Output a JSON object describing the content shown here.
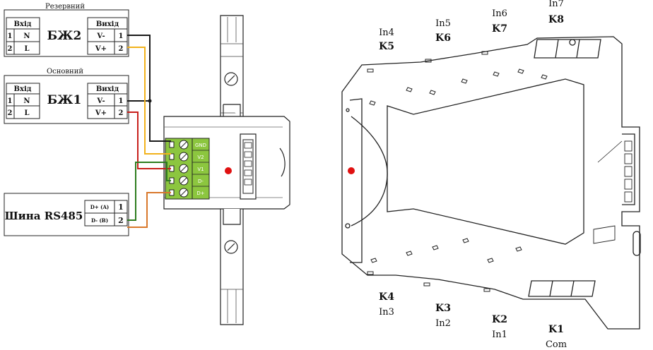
{
  "psu_reserve": {
    "caption": "Резервний",
    "name": "БЖ2",
    "in_header": "Вхід",
    "out_header": "Вихід",
    "in_rows": [
      {
        "num": "1",
        "label": "N"
      },
      {
        "num": "2",
        "label": "L"
      }
    ],
    "out_rows": [
      {
        "num": "1",
        "label": "V-"
      },
      {
        "num": "2",
        "label": "V+"
      }
    ]
  },
  "psu_main": {
    "caption": "Основний",
    "name": "БЖ1",
    "in_header": "Вхід",
    "out_header": "Вихід",
    "in_rows": [
      {
        "num": "1",
        "label": "N"
      },
      {
        "num": "2",
        "label": "L"
      }
    ],
    "out_rows": [
      {
        "num": "1",
        "label": "V-"
      },
      {
        "num": "2",
        "label": "V+"
      }
    ]
  },
  "rs485": {
    "name": "Шина RS485",
    "rows": [
      {
        "label": "D+ (A)",
        "num": "1"
      },
      {
        "label": "D- (B)",
        "num": "2"
      }
    ]
  },
  "terminal_labels": [
    "GND",
    "V2",
    "V1",
    "D-",
    "D+"
  ],
  "channels": [
    {
      "k": "K5",
      "in": "In4"
    },
    {
      "k": "K6",
      "in": "In5"
    },
    {
      "k": "K7",
      "in": "In6"
    },
    {
      "k": "K8",
      "in": "In7"
    },
    {
      "k": "K4",
      "in": "In3"
    },
    {
      "k": "K3",
      "in": "In2"
    },
    {
      "k": "K2",
      "in": "In1"
    },
    {
      "k": "K1",
      "in": "Com"
    }
  ],
  "wire_colors": {
    "black": "#1a1a1a",
    "yellow": "#f2b21c",
    "red": "#c8201c",
    "green": "#2e7d1f",
    "orange": "#d9782b",
    "terminal_green": "#8cc63f",
    "led_red": "#e01010"
  }
}
